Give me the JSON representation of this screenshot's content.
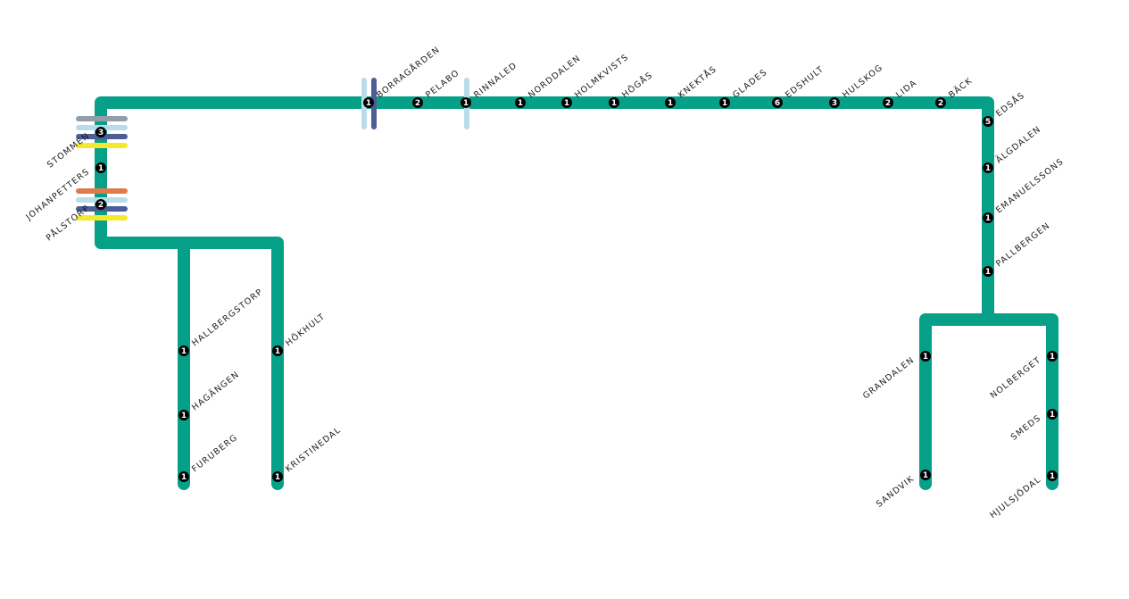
{
  "map": {
    "line_color": "#06a088",
    "connections": {
      "colors": {
        "grey": "#939ea8",
        "lightblue": "#b8dcea",
        "navy": "#4f5d96",
        "yellow": "#f5e92d",
        "orange": "#e07a4a"
      }
    },
    "stations": [
      {
        "name": "STOMMEN",
        "zone": "3"
      },
      {
        "name": "JOHANPETTERS",
        "zone": "1"
      },
      {
        "name": "PÅLSTORP",
        "zone": "2"
      },
      {
        "name": "BORRAGÅRDEN",
        "zone": "1"
      },
      {
        "name": "PELABO",
        "zone": "2"
      },
      {
        "name": "RINNALED",
        "zone": "1"
      },
      {
        "name": "NORDDALEN",
        "zone": "1"
      },
      {
        "name": "HOLMKVISTS",
        "zone": "1"
      },
      {
        "name": "HÖGÅS",
        "zone": "1"
      },
      {
        "name": "KNEKTÅS",
        "zone": "1"
      },
      {
        "name": "GLADES",
        "zone": "1"
      },
      {
        "name": "EDSHULT",
        "zone": "6"
      },
      {
        "name": "HULSKOG",
        "zone": "3"
      },
      {
        "name": "LIDA",
        "zone": "2"
      },
      {
        "name": "BÄCK",
        "zone": "2"
      },
      {
        "name": "EDSÅS",
        "zone": "5"
      },
      {
        "name": "ÄLGDALEN",
        "zone": "1"
      },
      {
        "name": "EMANUELSSONS",
        "zone": "1"
      },
      {
        "name": "PALLBERGEN",
        "zone": "1"
      },
      {
        "name": "HALLBERGSTORP",
        "zone": "1"
      },
      {
        "name": "HAGÄNGEN",
        "zone": "1"
      },
      {
        "name": "FURUBERG",
        "zone": "1"
      },
      {
        "name": "HÖKHULT",
        "zone": "1"
      },
      {
        "name": "KRISTINEDAL",
        "zone": "1"
      },
      {
        "name": "GRANDALEN",
        "zone": "1"
      },
      {
        "name": "SANDVIK",
        "zone": "1"
      },
      {
        "name": "NOLBERGET",
        "zone": "1"
      },
      {
        "name": "SMEDS",
        "zone": "1"
      },
      {
        "name": "HJULSJÖDAL",
        "zone": "1"
      }
    ]
  }
}
